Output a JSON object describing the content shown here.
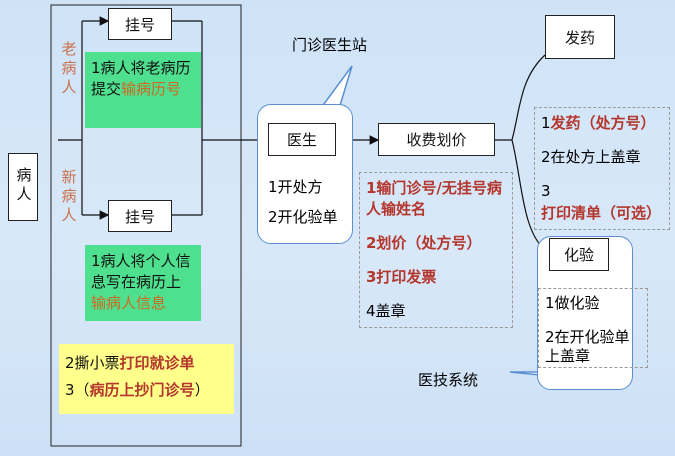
{
  "patient": "病人",
  "old_patient": "老病人",
  "new_patient": "新病人",
  "register_top": "挂号",
  "register_bottom": "挂号",
  "old_note": {
    "p1": "1病人将老病历提交",
    "p2": "输病历号"
  },
  "new_note": {
    "p1": "1病人将个人信息写在病历上",
    "p2": "输病人信息"
  },
  "yellow": {
    "l1a": "2撕小票",
    "l1b": "打印就诊单",
    "l2a": "3（",
    "l2b": "病历上抄门诊号",
    "l2c": "）"
  },
  "clinic_station": "门诊医生站",
  "doctor": {
    "title": "医生",
    "i1": "1开处方",
    "i2": "2开化验单"
  },
  "fee": {
    "title": "收费划价",
    "i1": "1输门诊号/无挂号病人输姓名",
    "i2": "2划价（处方号）",
    "i3": "3打印发票",
    "i4": "4盖章"
  },
  "dispense": {
    "title": "发药",
    "i1a": "1",
    "i1b": "发药（处方号）",
    "i2": "2在处方上盖章",
    "i3a": "3",
    "i3b": "打印清单（可选）"
  },
  "lab": {
    "title": "化验",
    "i1": "1做化验",
    "i2": "2在开化验单上盖章"
  },
  "med_tech": "医技系统"
}
